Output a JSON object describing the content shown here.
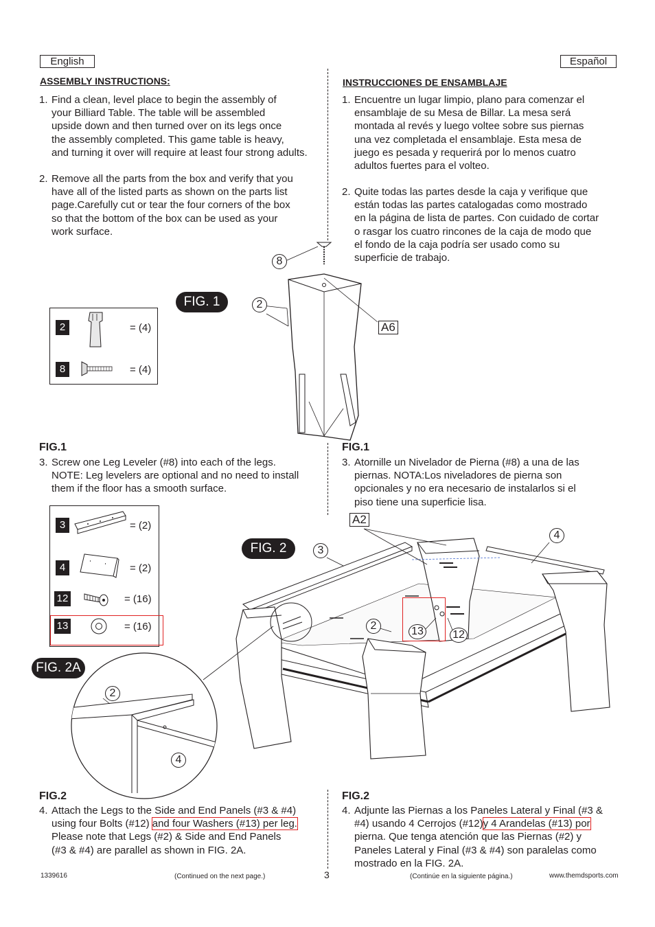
{
  "header": {
    "english_label": "English",
    "spanish_label": "Español"
  },
  "english": {
    "heading": "ASSEMBLY INSTRUCTIONS:",
    "step1_num": "1.",
    "step1": "Find a clean, level place to begin the assembly of\nyour Billiard Table. The table will be assembled\nupside down and then turned over on its legs once\nthe assembly completed. This game table is heavy,\nand turning it over will require at least four strong adults.",
    "step2_num": "2.",
    "step2": "Remove all the parts from the box and verify that you\nhave all of the listed parts as shown on the parts list\npage.Carefully cut or tear the four corners of the box\nso that the bottom of the box can be used as your\nwork surface.",
    "fig1_heading": "FIG.1",
    "step3_num": "3.",
    "step3": "Screw one Leg Leveler (#8) into each of the legs.\nNOTE: Leg levelers are optional and no need to install\nthem if the floor has a smooth surface.",
    "fig2_heading": "FIG.2",
    "step4_num": "4.",
    "step4_a": "Attach the Legs to the Side and End Panels (#3 & #4)\nusing four Bolts (#12) ",
    "step4_hl": "and four Washers (#13) per leg.",
    "step4_b": "Please note that Legs (#2) & Side and End Panels\n(#3 & #4) are parallel as shown in FIG. 2A."
  },
  "spanish": {
    "heading": "INSTRUCCIONES DE ENSAMBLAJE",
    "step1_num": "1.",
    "step1": "Encuentre un lugar limpio, plano para comenzar el\nensamblaje de su Mesa de Billar. La mesa será\nmontada al revés y luego voltee sobre sus piernas\nuna vez completada el ensamblaje. Esta mesa de\njuego es pesada y requerirá por lo menos cuatro\nadultos fuertes para el volteo.",
    "step2_num": "2.",
    "step2": "Quite todas las partes desde la caja y verifique que\nestán todas las partes catalogadas como mostrado\nen la página de lista de partes. Con cuidado de cortar\no rasgar los cuatro rincones de la caja de modo que\nel fondo de la caja podría ser usado como su\nsuperficie de trabajo.",
    "fig1_heading": "FIG.1",
    "step3_num": "3.",
    "step3": "Atornille un Nivelador de Pierna (#8) a una de las\npiernas. NOTA:Los niveladores de pierna son\nopcionales y no era necesario de instalarlos si el\npiso tiene una superficie lisa.",
    "fig2_heading": "FIG.2",
    "step4_num": "4.",
    "step4_a": "Adjunte las Piernas a los Paneles Lateral y Final (#3 &\n#4) usando 4 Cerrojos (#12)",
    "step4_hl": "y 4 Arandelas (#13) por",
    "step4_b": "pierna. Que tenga atención que las Piernas (#2) y\nPaneles Lateral y Final (#3 & #4) son paralelas como\nmostrado en la FIG. 2A."
  },
  "fig1": {
    "label": "FIG. 1",
    "parts": [
      {
        "num": "2",
        "qty": "= (4)"
      },
      {
        "num": "8",
        "qty": "= (4)"
      }
    ],
    "callout_8": "8",
    "callout_2": "2",
    "tag_a6": "A6"
  },
  "fig2": {
    "label": "FIG. 2",
    "parts": [
      {
        "num": "3",
        "qty": "= (2)"
      },
      {
        "num": "4",
        "qty": "= (2)"
      },
      {
        "num": "12",
        "qty": "= (16)"
      },
      {
        "num": "13",
        "qty": "= (16)"
      }
    ],
    "tag_a2": "A2",
    "callout_3": "3",
    "callout_4": "4",
    "callout_2": "2",
    "callout_13": "13",
    "callout_12": "12"
  },
  "fig2a": {
    "label": "FIG. 2A",
    "callout_2": "2",
    "callout_4": "4"
  },
  "footer": {
    "part_number": "1339616",
    "continued_en": "(Continued on the next page.)",
    "page": "3",
    "continued_es": "(Continúe en la siguiente página.)",
    "website": "www.themdsports.com"
  }
}
